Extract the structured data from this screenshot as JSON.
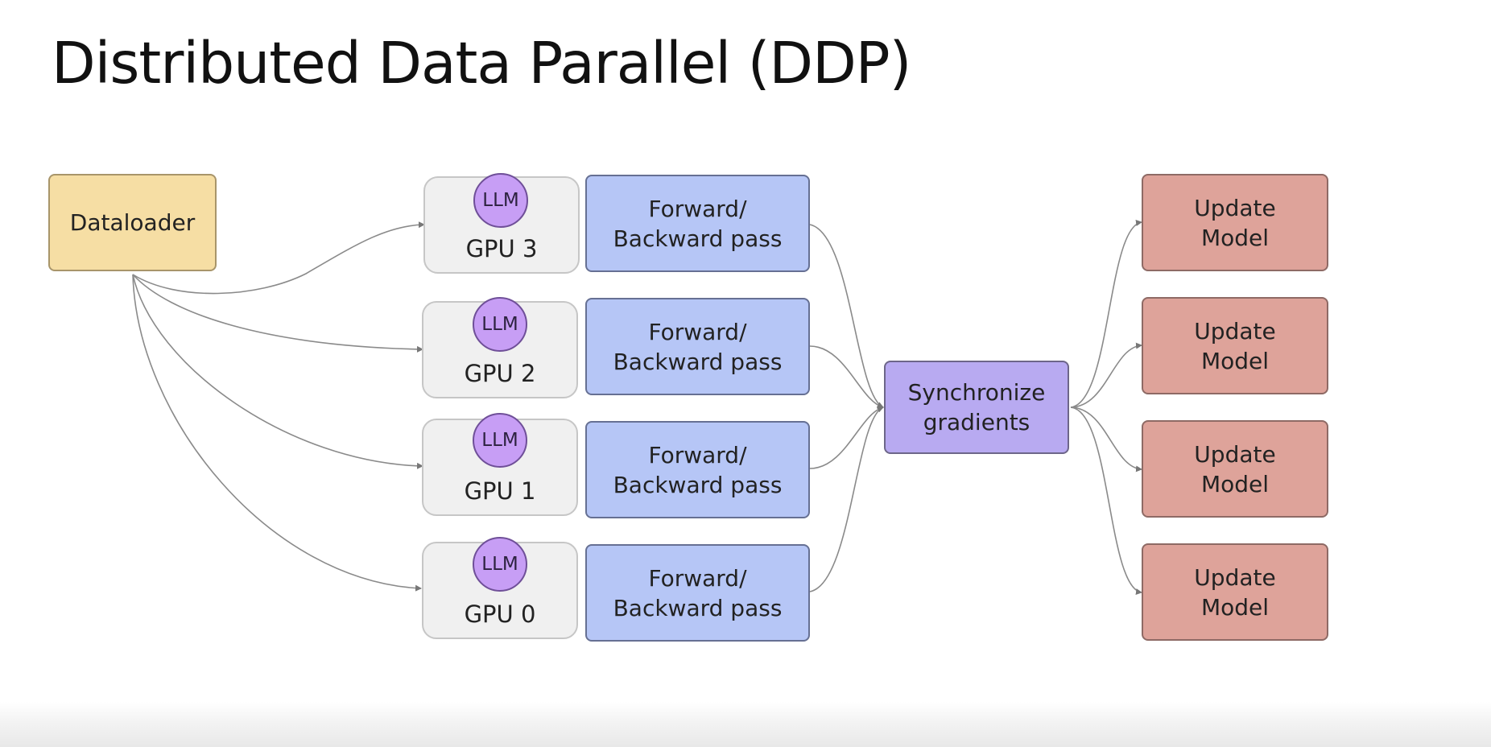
{
  "slide": {
    "title": "Distributed Data Parallel (DDP)"
  },
  "diagram": {
    "dataloader_label": "Dataloader",
    "gpus": [
      {
        "gpu_label": "GPU 3",
        "model_label": "LLM",
        "pass_label": "Forward/\nBackward pass"
      },
      {
        "gpu_label": "GPU 2",
        "model_label": "LLM",
        "pass_label": "Forward/\nBackward pass"
      },
      {
        "gpu_label": "GPU 1",
        "model_label": "LLM",
        "pass_label": "Forward/\nBackward pass"
      },
      {
        "gpu_label": "GPU 0",
        "model_label": "LLM",
        "pass_label": "Forward/\nBackward pass"
      }
    ],
    "sync_label": "Synchronize\ngradients",
    "updates": [
      {
        "label": "Update\nModel"
      },
      {
        "label": "Update\nModel"
      },
      {
        "label": "Update\nModel"
      },
      {
        "label": "Update\nModel"
      }
    ],
    "colors": {
      "dataloader": "#f6dea4",
      "gpu_container": "#f0f0f0",
      "llm_circle": "#c79ef5",
      "forward_backward": "#b6c6f6",
      "synchronize": "#b8aaf1",
      "update_model": "#dea39a",
      "connector": "#777777"
    }
  }
}
